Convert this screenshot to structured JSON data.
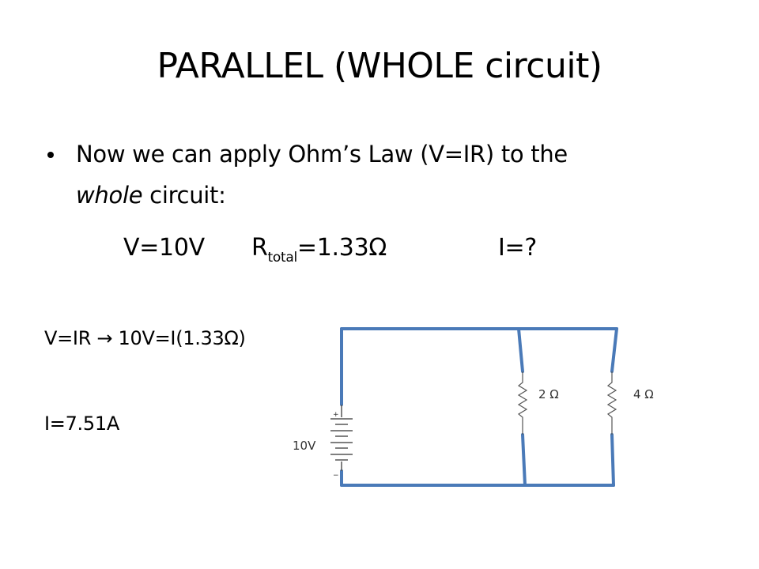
{
  "slide": {
    "title": "PARALLEL (WHOLE circuit)",
    "bullet": {
      "line1": "Now we can apply Ohm’s Law (V=IR) to the",
      "line2_italic": "whole",
      "line2_rest": " circuit:"
    },
    "equation": {
      "voltage": "V=10V",
      "r_main": "R",
      "r_sub": "total",
      "r_value": "=1.33Ω",
      "current": "I=?"
    },
    "calc_line1": "V=IR →  10V=I(1.33Ω)",
    "calc_line2": "I=7.51A"
  },
  "circuit": {
    "battery_label": "10V",
    "battery_plus": "+",
    "battery_minus": "−",
    "resistor1_label": "2 Ω",
    "resistor2_label": "4 Ω",
    "wire_color": "#4a7ab8",
    "component_color": "#555555"
  }
}
